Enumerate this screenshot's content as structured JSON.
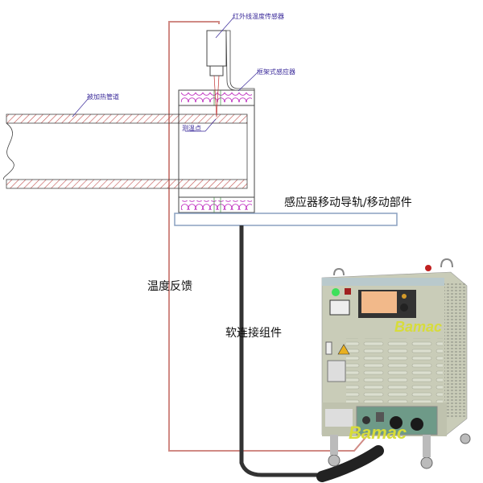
{
  "labels": {
    "ir_sensor": "红外线温度传感器",
    "frame_inductor": "框架式感应器",
    "heated_pipe": "被加热管道",
    "measure_point": "测温点",
    "rail": "感应器移动导轨/移动部件",
    "temp_feedback": "温度反馈",
    "soft_connection": "软连接组件"
  },
  "watermarks": [
    "Bamac",
    "Bamac"
  ],
  "colors": {
    "feedback_wire": "#d08a84",
    "coil": "#c030c0",
    "hatch": "#c0504d",
    "cable": "#333333",
    "cabinet": "#c9ccb8",
    "watermark": "#d7dc3a"
  }
}
